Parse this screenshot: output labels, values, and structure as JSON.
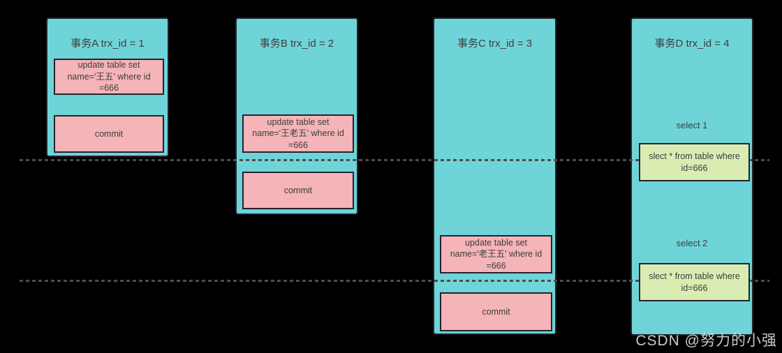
{
  "colors": {
    "background": "#000000",
    "column_fill": "#6fd4d8",
    "update_commit_box": "#f4b4b8",
    "select_box": "#d9edb2",
    "box_border": "#23232e",
    "text": "#3d3d3d",
    "dotted_line": "#4d4d4d",
    "watermark_text_color": "#ebebeb"
  },
  "diagram": {
    "transactions": [
      {
        "title": "事务A trx_id = 1",
        "boxes": [
          {
            "type": "update",
            "text": "update table set name='王五' where id =666"
          },
          {
            "type": "commit",
            "text": "commit"
          }
        ]
      },
      {
        "title": "事务B trx_id = 2",
        "boxes": [
          {
            "type": "update",
            "text": "update table set name='王老五' where id =666"
          },
          {
            "type": "commit",
            "text": "commit"
          }
        ]
      },
      {
        "title": "事务C trx_id = 3",
        "boxes": [
          {
            "type": "update",
            "text": "update table set name='老王五' where id =666"
          },
          {
            "type": "commit",
            "text": "commit"
          }
        ]
      },
      {
        "title": "事务D trx_id = 4",
        "labels": [
          "select 1",
          "select 2"
        ],
        "boxes": [
          {
            "type": "select",
            "text": "slect * from table where id=666"
          },
          {
            "type": "select",
            "text": "slect * from table where id=666"
          }
        ]
      }
    ],
    "timeline_lines": 2
  },
  "watermark": {
    "text": "CSDN @努力的小强"
  }
}
